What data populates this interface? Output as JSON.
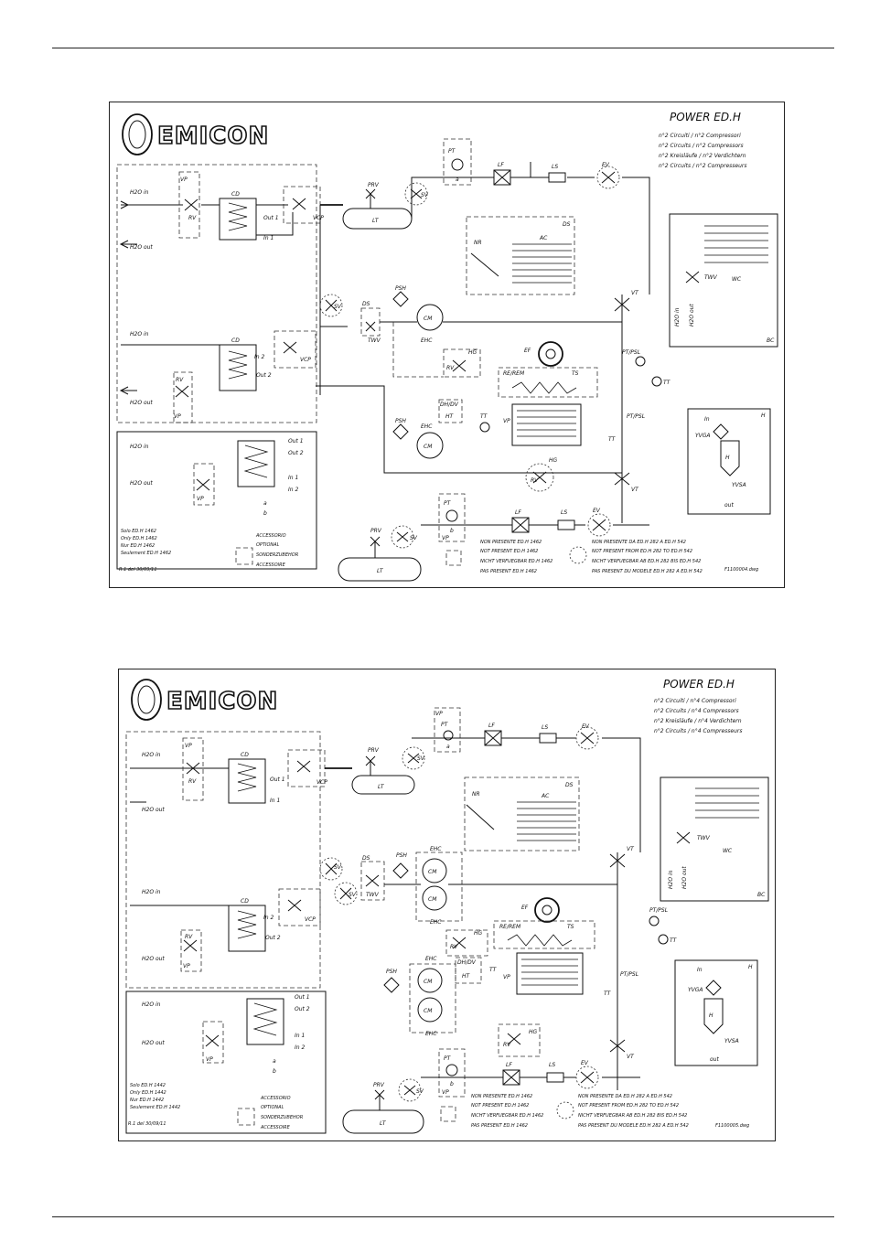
{
  "page": {
    "rule_top": "",
    "rule_bottom": ""
  },
  "diagrams": [
    {
      "logo": "EMICON",
      "title": "POWER  ED.H",
      "subtitles": [
        "n°2 Circuiti / n°2 Compressori",
        "n°2 Circuits / n°2 Compressors",
        "n°2 Kreisläufe / n°2 Verdichtern",
        "n°2 Circuits / n°2 Compresseurs"
      ],
      "labels": {
        "h2o_in": "H2O in",
        "h2o_out": "H2O out",
        "cd": "CD",
        "rv": "RV",
        "vp": "VP",
        "vcp": "VCP",
        "pt": "PT",
        "lf": "LF",
        "ls": "LS",
        "ev": "EV",
        "prv": "PRV",
        "sv": "SV",
        "lt": "LT",
        "nr": "NR",
        "ac": "AC",
        "ds": "DS",
        "psh": "PSH",
        "twv": "TWV",
        "cm": "CM",
        "ehc": "EHC",
        "hg": "HG",
        "ef": "EF",
        "re_rem": "RE/REM",
        "ts": "TS",
        "dh_dv": "DH/DV",
        "ht": "HT",
        "tt": "TT",
        "vt": "VT",
        "pt_psl": "PT/PSL",
        "wc": "WC",
        "twv2": "TWV",
        "bc": "BC",
        "h": "H",
        "yvga": "YVGA",
        "yvsa": "YVSA",
        "in": "In",
        "out": "out",
        "out1": "Out 1",
        "out2": "Out 2",
        "in1": "In 1",
        "in2": "In 2",
        "a": "a",
        "b": "b"
      },
      "only_lines": [
        "Solo ED.H 1462",
        "Only ED.H 1462",
        "Nur ED.H 1462",
        "Seulement ED.H 1462"
      ],
      "legend_accessory": [
        "ACCESSORIO",
        "OPTIONAL",
        "SONDERZUBEHOR",
        "ACCESSOIRE"
      ],
      "legend_not_1462": [
        "NON PRESENTE ED.H 1462",
        "NOT PRESENT ED.H 1462",
        "NICHT VERFUEGBAR ED.H 1462",
        "PAS PRESENT ED.H 1462"
      ],
      "legend_not_range": [
        "NON PRESENTE DA ED.H 282 A ED.H 542",
        "NOT PRESENT FROM ED.H 282 TO ED.H 542",
        "NICHT VERFUEGBAR AB ED.H 282 BIS ED.H 542",
        "PAS PRESENT DU MODELE ED.H 282 A ED.H 542"
      ],
      "revision": "R.1 del 30/09/11",
      "file": "F1100004.dwg"
    },
    {
      "logo": "EMICON",
      "title": "POWER  ED.H",
      "subtitles": [
        "n°2 Circuiti / n°4 Compressori",
        "n°2 Circuits / n°4 Compressors",
        "n°2 Kreisläufe / n°4 Verdichtern",
        "n°2 Circuits / n°4 Compresseurs"
      ],
      "labels": {
        "h2o_in": "H2O in",
        "h2o_out": "H2O out",
        "cd": "CD",
        "rv": "RV",
        "vp": "VP",
        "vcp": "VCP",
        "pt": "PT",
        "lf": "LF",
        "ls": "LS",
        "ev": "EV",
        "prv": "PRV",
        "sv": "SV",
        "lt": "LT",
        "nr": "NR",
        "ac": "AC",
        "ds": "DS",
        "psh": "PSH",
        "twv": "TWV",
        "cm": "CM",
        "ehc": "EHC",
        "hg": "HG",
        "ef": "EF",
        "re_rem": "RE/REM",
        "ts": "TS",
        "dh_dv": "DH/DV",
        "ht": "HT",
        "tt": "TT",
        "vt": "VT",
        "pt_psl": "PT/PSL",
        "wc": "WC",
        "twv2": "TWV",
        "bc": "BC",
        "h": "H",
        "yvga": "YVGA",
        "yvsa": "YVSA",
        "in": "In",
        "out": "out",
        "out1": "Out 1",
        "out2": "Out 2",
        "in1": "In 1",
        "in2": "In 2",
        "a": "a",
        "b": "b"
      },
      "only_lines": [
        "Solo ED.H 1442",
        "Only ED.H 1442",
        "Nur ED.H 1442",
        "Seulement ED.H 1442"
      ],
      "legend_accessory": [
        "ACCESSORIO",
        "OPTIONAL",
        "SONDERZUBEHOR",
        "ACCESSOIRE"
      ],
      "legend_not_1462": [
        "NON PRESENTE ED.H 1462",
        "NOT PRESENT ED.H 1462",
        "NICHT VERFUEGBAR ED.H 1462",
        "PAS PRESENT ED.H 1462"
      ],
      "legend_not_range": [
        "NON PRESENTE DA ED.H 282 A ED.H 542",
        "NOT PRESENT FROM ED.H 282 TO ED.H 542",
        "NICHT VERFUEGBAR AB ED.H 282 BIS ED.H 542",
        "PAS PRESENT DU MODELE ED.H 282 A ED.H 542"
      ],
      "revision": "R.1 del 30/09/11",
      "file": "F1100005.dwg"
    }
  ]
}
